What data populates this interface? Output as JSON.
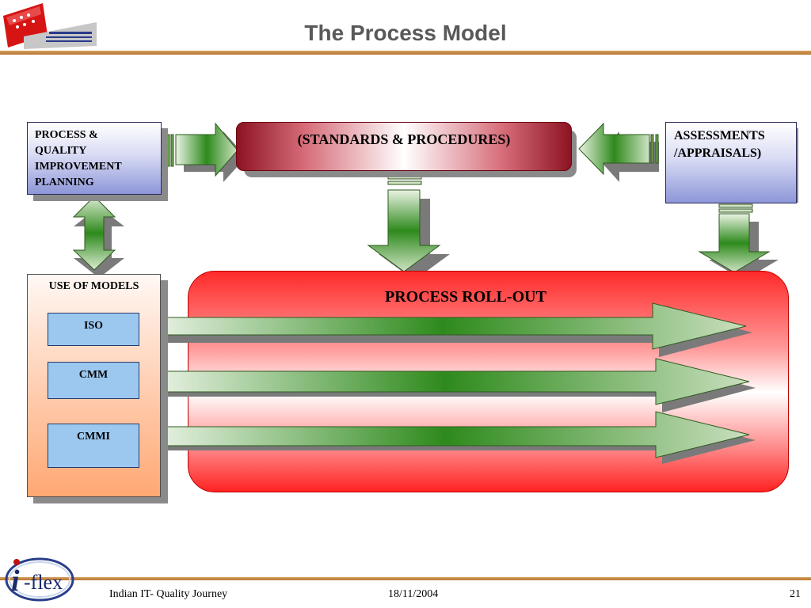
{
  "slide": {
    "title": "The Process Model"
  },
  "boxes": {
    "planning": [
      "PROCESS &",
      "QUALITY",
      "IMPROVEMENT",
      "PLANNING"
    ],
    "standards": "(STANDARDS & PROCEDURES)",
    "assessments": [
      "ASSESSMENTS",
      "/APPRAISALS)"
    ],
    "models_title": "USE OF MODELS",
    "rollout": "PROCESS ROLL-OUT"
  },
  "models": [
    "ISO",
    "CMM",
    "CMMI"
  ],
  "footer": {
    "left": "Indian IT- Quality Journey",
    "center": "18/11/2004",
    "page": "21"
  },
  "colors": {
    "title": "#595959",
    "rule": "#c0843e",
    "rollout": "#ff2a2a",
    "standards": "#8c1322",
    "model_box": "#9cc8f0",
    "arrow_green": "#2e7d1c"
  },
  "icons": [
    "flag-logo-icon",
    "iflex-logo-icon"
  ]
}
